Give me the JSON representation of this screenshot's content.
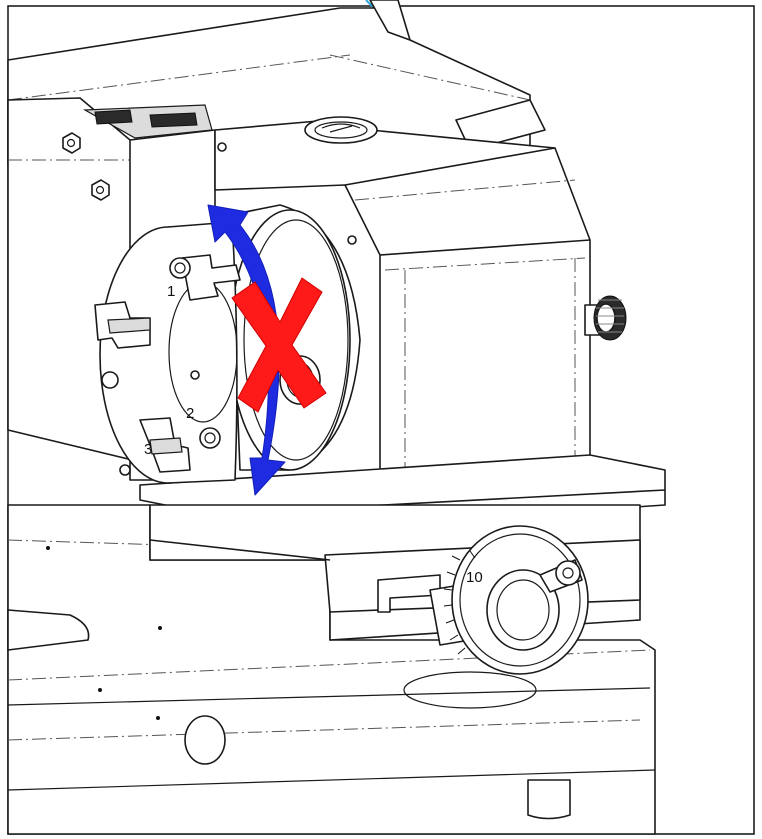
{
  "figure": {
    "chuck_jaw_numbers": [
      "1",
      "2",
      "3"
    ]
  },
  "annotations": {
    "rotation_arrow_color": "#1f2be0",
    "cross_mark_color": "#ff1a1a",
    "frame_accent_color": "#2ba7d8"
  }
}
